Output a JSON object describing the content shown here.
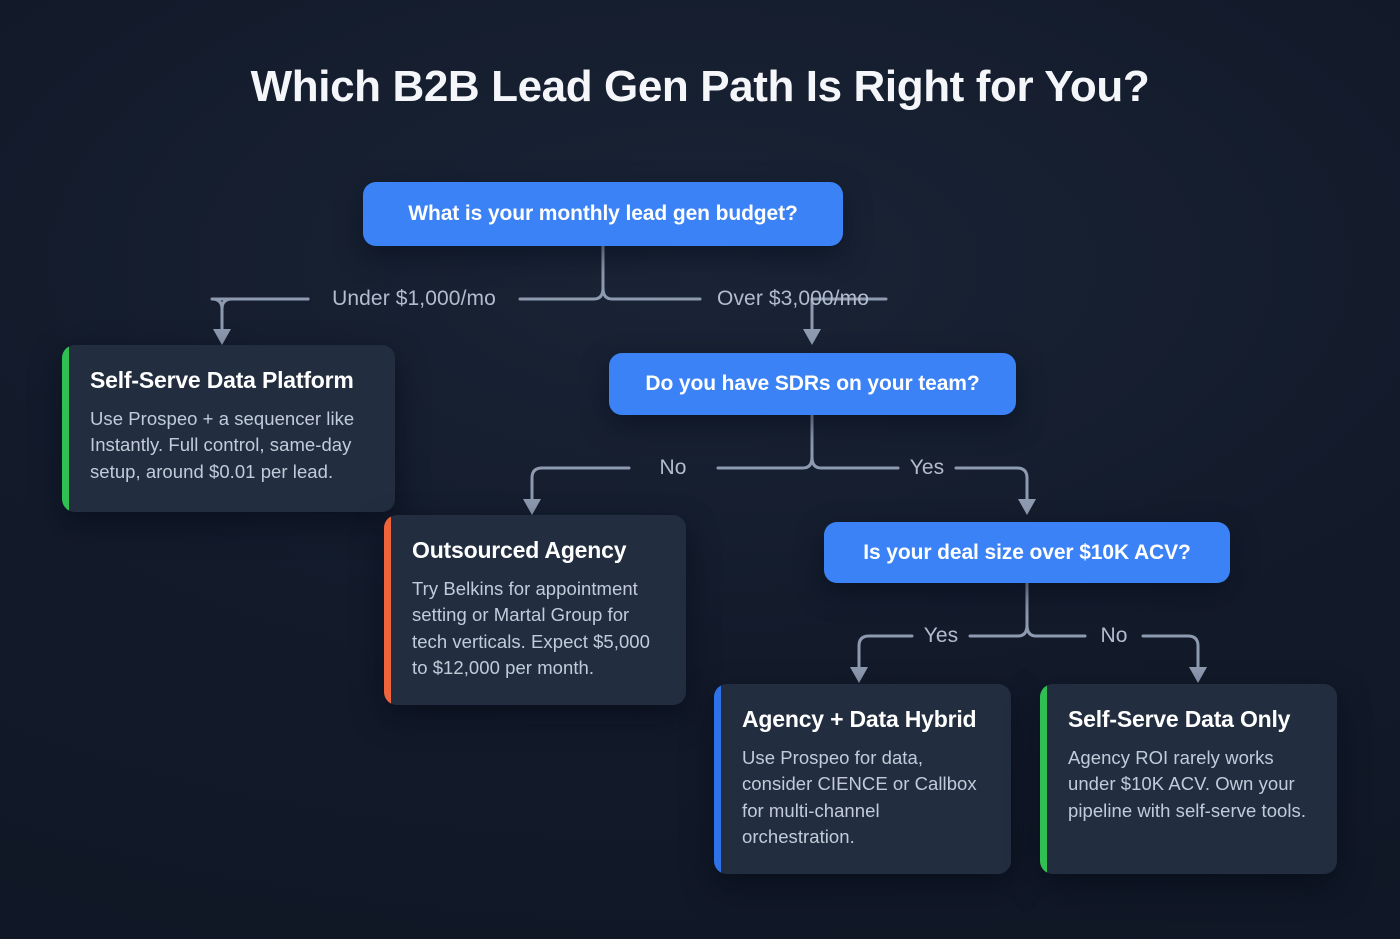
{
  "page": {
    "title": "Which B2B Lead Gen Path Is Right for You?",
    "background_color": "#0f1624",
    "accent_blue": "#3b82f6",
    "accent_green": "#2fbf52",
    "accent_orange": "#f0643c",
    "accent_link_blue": "#2d72e8",
    "connector_color": "#8d9ab0",
    "card_color": "#222e3f"
  },
  "decisions": [
    {
      "id": "budget",
      "label": "What is your monthly lead gen budget?"
    },
    {
      "id": "sdrs",
      "label": "Do you have SDRs on your team?"
    },
    {
      "id": "dealsize",
      "label": "Is your deal size over $10K ACV?"
    }
  ],
  "edges": [
    {
      "id": "budget-low",
      "label": "Under $1,000/mo"
    },
    {
      "id": "budget-high",
      "label": "Over $3,000/mo"
    },
    {
      "id": "sdrs-no",
      "label": "No"
    },
    {
      "id": "sdrs-yes",
      "label": "Yes"
    },
    {
      "id": "dealsize-yes",
      "label": "Yes"
    },
    {
      "id": "dealsize-no",
      "label": "No"
    }
  ],
  "outcomes": [
    {
      "id": "self-serve-data-platform",
      "title": "Self-Serve Data Platform",
      "body": "Use Prospeo + a sequencer like Instantly. Full control, same-day setup, around $0.01 per lead.",
      "accent": "#2fbf52"
    },
    {
      "id": "outsourced-agency",
      "title": "Outsourced Agency",
      "body": "Try Belkins for appointment setting or Martal Group for tech verticals. Expect $5,000 to $12,000 per month.",
      "accent": "#f0643c"
    },
    {
      "id": "agency-data-hybrid",
      "title": "Agency + Data Hybrid",
      "body": "Use Prospeo for data, consider CIENCE or Callbox for multi-channel orchestration.",
      "accent": "#2d72e8"
    },
    {
      "id": "self-serve-data-only",
      "title": "Self-Serve Data Only",
      "body": "Agency ROI rarely works under $10K ACV. Own your pipeline with self-serve tools.",
      "accent": "#2fbf52"
    }
  ]
}
